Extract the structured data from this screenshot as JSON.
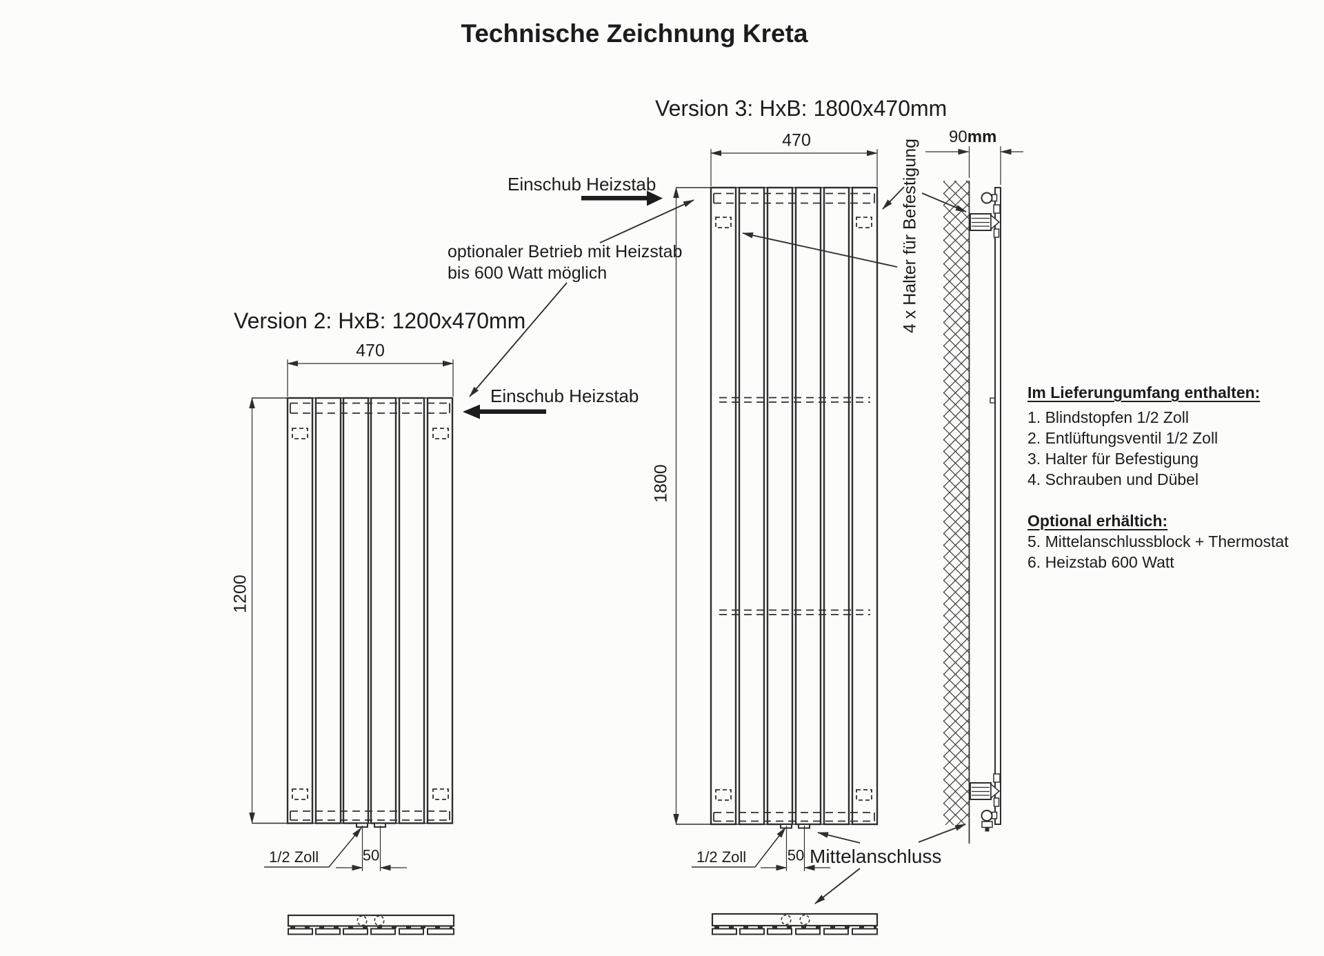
{
  "title": "Technische Zeichnung Kreta",
  "version3": {
    "title": "Version 3: HxB: 1800x470mm",
    "width_mm": "470",
    "height_mm": "1800",
    "einschub_label": "Einschub Heizstab",
    "connection_size": "1/2 Zoll",
    "connection_spacing_mm": "50",
    "mittelanschluss_label": "Mittelanschluss"
  },
  "version2": {
    "title": "Version 2: HxB: 1200x470mm",
    "width_mm": "470",
    "height_mm": "1200",
    "einschub_label": "Einschub Heizstab",
    "connection_size": "1/2 Zoll",
    "connection_spacing_mm": "50"
  },
  "annotations": {
    "optional_line1": "optionaler Betrieb mit Heizstab",
    "optional_line2": "bis 600 Watt möglich",
    "halter_label": "4 x Halter für Befestigung",
    "wall_distance_value": "90",
    "wall_distance_unit": "mm"
  },
  "included": {
    "heading": "Im Lieferungumfang enthalten:",
    "items": [
      "1. Blindstopfen 1/2 Zoll",
      "2. Entlüftungsventil 1/2 Zoll",
      "3. Halter für Befestigung",
      "4. Schrauben und Dübel"
    ]
  },
  "optional": {
    "heading": "Optional erhältich:",
    "items": [
      "5. Mittelanschlussblock + Thermostat",
      "6. Heizstab 600 Watt"
    ]
  },
  "colors": {
    "line": "#2e2e2e",
    "text": "#1c1c1c",
    "background": "#fcfcfb"
  }
}
